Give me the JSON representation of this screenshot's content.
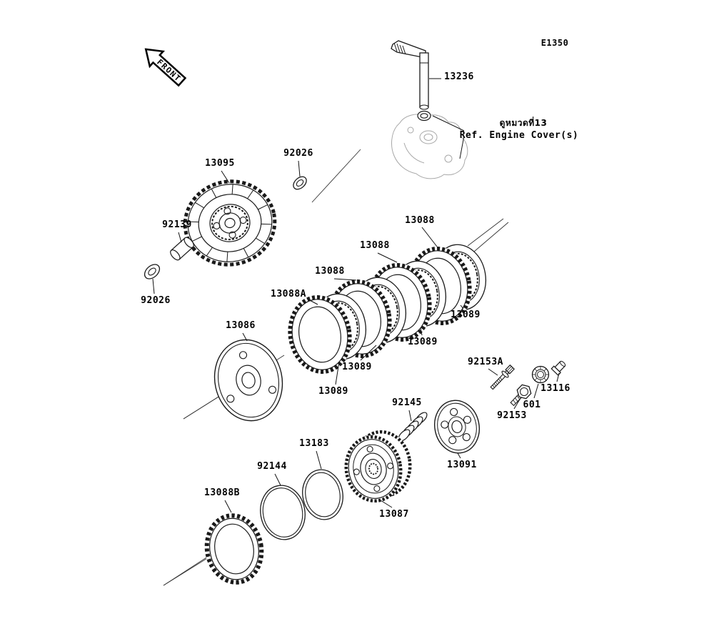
{
  "page": {
    "code": "E1350"
  },
  "front_marker": {
    "label": "FRONT"
  },
  "ref_note": {
    "line1": "ดูหมวดที่13",
    "line2": "Ref. Engine Cover(s)"
  },
  "part_labels": {
    "shaft": "13236",
    "housing": "13095",
    "oring_top": "92026",
    "oring_bottom": "92026",
    "collar": "92139",
    "friction_1": "13088",
    "friction_2": "13088",
    "friction_3": "13088",
    "friction_a": "13088A",
    "pressure_plate": "13086",
    "steel_1": "13089",
    "steel_2": "13089",
    "steel_3": "13089",
    "steel_4": "13089",
    "bolt_a": "92153A",
    "tappet": "13116",
    "bearing": "601",
    "bolt": "92153",
    "spring": "92145",
    "ring_13183": "13183",
    "ring_92144": "92144",
    "spring_plate": "13091",
    "hub": "13087",
    "friction_b": "13088B"
  }
}
